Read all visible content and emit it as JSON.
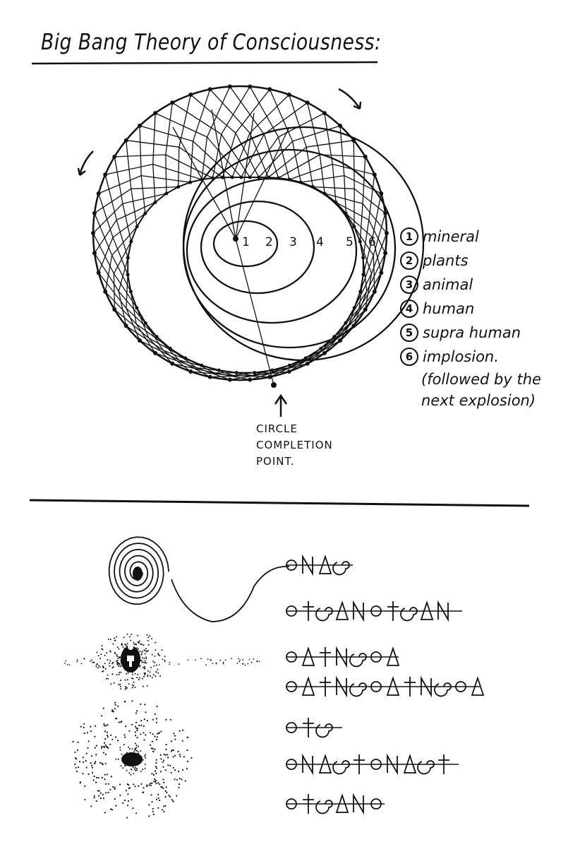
{
  "title": "Big Bang Theory of Consciousness:",
  "ring_numbers": [
    "1",
    "2",
    "3",
    "4",
    "5",
    "6"
  ],
  "legend": [
    {
      "num": "1",
      "label": "mineral"
    },
    {
      "num": "2",
      "label": "plants"
    },
    {
      "num": "3",
      "label": "animal"
    },
    {
      "num": "4",
      "label": "human"
    },
    {
      "num": "5",
      "label": "supra human"
    },
    {
      "num": "6",
      "label": "implosion."
    }
  ],
  "legend_note": [
    "(followed by the",
    "next explosion)"
  ],
  "completion_label": [
    "CIRCLE",
    "COMPLETION",
    "POINT."
  ],
  "ink_color": "#111111"
}
